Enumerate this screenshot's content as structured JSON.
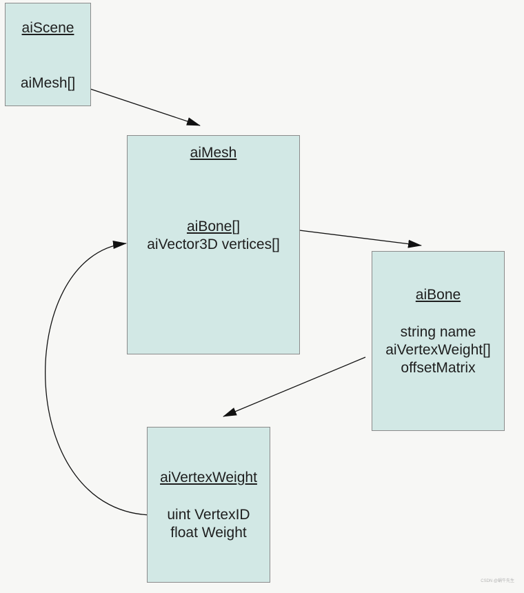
{
  "diagram": {
    "boxes": {
      "scene": {
        "title": "aiScene",
        "fields": [
          "aiMesh[]"
        ]
      },
      "mesh": {
        "title": "aiMesh",
        "fields": [
          "aiBone[]",
          "aiVector3D vertices[]"
        ]
      },
      "bone": {
        "title": "aiBone",
        "fields": [
          "string name",
          "aiVertexWeight[]",
          "offsetMatrix"
        ]
      },
      "weight": {
        "title": "aiVertexWeight",
        "fields": [
          "uint VertexID",
          "float Weight"
        ]
      }
    },
    "connections": [
      {
        "from": "scene.aiMesh[]",
        "to": "mesh"
      },
      {
        "from": "mesh.aiBone[]",
        "to": "bone"
      },
      {
        "from": "bone.aiVertexWeight[]",
        "to": "weight"
      },
      {
        "from": "weight.uint VertexID",
        "to": "mesh.aiVector3D vertices[]"
      }
    ],
    "colors": {
      "box_fill": "#d2e8e5",
      "box_border": "#8a8a8a",
      "line": "#111111",
      "background": "#f7f7f5"
    }
  },
  "watermark": "CSDN @蜗牛先生"
}
